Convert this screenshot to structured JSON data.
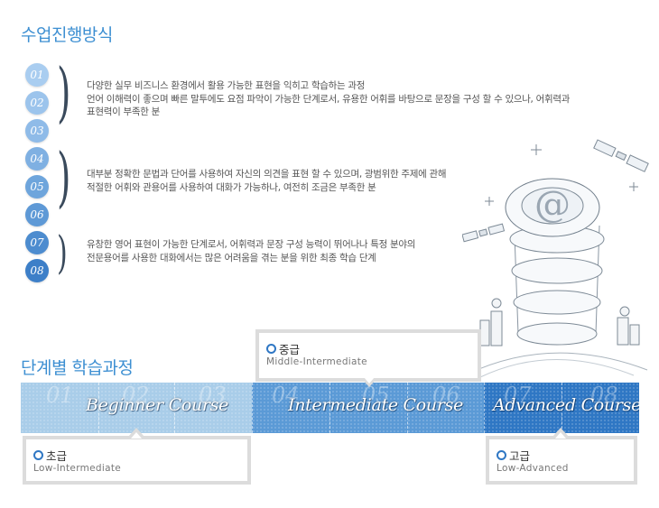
{
  "section1_title": "수업진행방식",
  "section2_title": "단계별 학습과정",
  "groups": [
    {
      "numbers": [
        "01",
        "02",
        "03"
      ],
      "lines": [
        "다양한 실무 비즈니스 환경에서 활용 가능한 표현을 익히고 학습하는 과정",
        "언어 이해력이 좋으며 빠른 말투에도 요점 파악이 가능한 단계로서, 유용한 어휘를 바탕으로 문장을 구성 할 수 있으나, 어휘력과",
        "표현력이 부족한 분"
      ]
    },
    {
      "numbers": [
        "04",
        "05",
        "06"
      ],
      "lines": [
        "대부분 정확한 문법과 단어를 사용하여 자신의 의견을 표현 할 수 있으며, 광범위한 주제에 관해",
        "적절한 어휘와 관용어를 사용하여 대화가 가능하나, 여전히 조금은 부족한 분"
      ]
    },
    {
      "numbers": [
        "07",
        "08"
      ],
      "lines": [
        "유창한 영어 표현이 가능한 단계로서, 어휘력과 문장 구성 능력이 뛰어나나 특정 분야의",
        "전문용어를 사용한 대화에서는 많은 어려움을 겪는 분을 위한 최종 학습 단계"
      ]
    }
  ],
  "circle_colors": [
    "#a9cdf0",
    "#9cc4ec",
    "#8fbbe8",
    "#7fb0e2",
    "#6ea5dc",
    "#5e99d6",
    "#4d8ccf",
    "#3d7fc8"
  ],
  "band_numbers": [
    "01",
    "02",
    "03",
    "04",
    "05",
    "06",
    "07",
    "08"
  ],
  "courses": {
    "beginner": "Beginner Course",
    "intermediate": "Intermediate Course",
    "advanced": "Advanced Course"
  },
  "levels": {
    "low": {
      "label": "초급",
      "sub": "Low-Intermediate"
    },
    "mid": {
      "label": "중급",
      "sub": "Middle-Intermediate"
    },
    "adv": {
      "label": "고급",
      "sub": "Low-Advanced"
    }
  },
  "colors": {
    "accent": "#3d8fd2",
    "band_beginner": "#a9cde9",
    "band_intermediate": "#5b9ad6",
    "band_advanced": "#2f77c4"
  },
  "illustration_icon": "email-at-tower-satellites-icon"
}
